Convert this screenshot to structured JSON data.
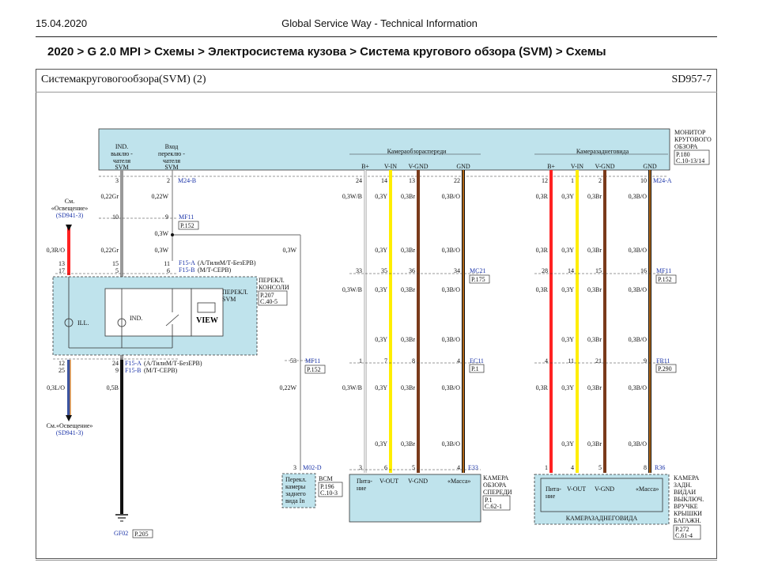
{
  "header": {
    "date": "15.04.2020",
    "title": "Global Service Way - Technical Information"
  },
  "breadcrumb": "2020 > G 2.0 MPI > Схемы > Электросистема кузова > Система кругового обзора (SVM) > Схемы",
  "diagram": {
    "title": "Системакруговогообзора(SVM) (2)",
    "code": "SD957-7",
    "colors": {
      "panel": "#bfe3ec",
      "gray": "#999999",
      "red": "#ff2222",
      "yellow": "#ffee00",
      "brown": "#7a3a1a",
      "orange": "#f08a1c",
      "black": "#111111",
      "blue": "#3c55a0"
    },
    "monitor": {
      "l1": "МОНИТОР",
      "l2": "КРУГОВОГО",
      "l3": "ОБЗОРА",
      "ref1": "P.180",
      "ref2": "C.10-13/14"
    },
    "ind_out": {
      "l1": "IND.",
      "l2": "выклю -",
      "l3": "чателя",
      "l4": "SVM"
    },
    "sw_in": {
      "l1": "Вход",
      "l2": "переклю -",
      "l3": "чателя",
      "l4": "SVM"
    },
    "front_cam_title": "Камераобзораспереди",
    "rear_cam_title": "Камеразаднеговида",
    "pins_front": [
      "B+",
      "V-IN",
      "V-GND",
      "GND"
    ],
    "pins_rear": [
      "B+",
      "V-IN",
      "V-GND",
      "GND"
    ],
    "m24b": "M24-B",
    "m24a": "M24-A",
    "top_nums_left": [
      "3",
      "2"
    ],
    "top_nums_front": [
      "24",
      "14",
      "13",
      "22"
    ],
    "top_nums_rear": [
      "12",
      "1",
      "2",
      "10"
    ],
    "w_022gr": "0,22Gr",
    "w_022w": "0,22W",
    "w_03w": "0,3W",
    "w_03wb": "0,3W/B",
    "w_03y": "0,3Y",
    "w_03br": "0,3Br",
    "w_03bo": "0,3B/O",
    "w_03r": "0,3R",
    "w_03ro": "0,3R/O",
    "w_03lo": "0,3L/O",
    "w_05b": "0,5B",
    "mf11": "MF11",
    "p152": "P.152",
    "mc21": "MC21",
    "p175": "P.175",
    "ec11": "EC11",
    "p1": "P.1",
    "fr11": "FR11",
    "p290": "P.290",
    "n10": "10",
    "n9": "9",
    "f15a": "F15-A",
    "f15a_desc": "(А/ТилиМ/Т-БезЕРВ)",
    "f15b": "F15-B",
    "f15b_desc": "(М/Т-СЕРВ)",
    "c_f15_top": {
      "a": "13",
      "b": "17",
      "c": "15",
      "d": "5",
      "e": "11",
      "f": "6"
    },
    "console": {
      "l1": "ПЕРЕКЛ.",
      "l2": "КОНСОЛИ",
      "ref1": "P.207",
      "ref2": "C.40-5",
      "svm1": "ПЕРЕКЛ.",
      "svm2": "SVM",
      "view": "VIEW",
      "ill": "ILL.",
      "ind": "IND."
    },
    "c_f15_bot": {
      "a": "12",
      "b": "25",
      "c": "24",
      "d": "9"
    },
    "f15a_desc2": "(А/ТилиМ/Т-БезЕРВ)",
    "see1": "См.",
    "see2": "«Освещение»",
    "see3": "(SD941-3)",
    "see_b1": "См.«Освещение»",
    "see_b2": "(SD941-3)",
    "gf02": "GF02",
    "p205": "P.205",
    "mf11_mid": {
      "n": "53",
      "w": "0,22W"
    },
    "m02d": "M02-D",
    "m02d_n": "3",
    "rear_sw": {
      "l1": "Перекл.",
      "l2": "камеры",
      "l3": "заднего",
      "l4": "вида In",
      "bcm": "BCM",
      "ref1": "P.196",
      "ref2": "C.10-3"
    },
    "mc21_nums": {
      "front": [
        "33",
        "35",
        "36",
        "34"
      ],
      "rear": [
        "28",
        "14",
        "15",
        "16"
      ]
    },
    "ec11_nums": [
      "1",
      "7",
      "8",
      "4"
    ],
    "fr11_nums": [
      "4",
      "11",
      "21",
      "9"
    ],
    "e33": "E33",
    "e33_nums": [
      "3",
      "6",
      "5",
      "4"
    ],
    "r36": "R36",
    "r36_nums": [
      "1",
      "4",
      "5",
      "8"
    ],
    "front_cam": {
      "p1": "Пита-",
      "p2": "ние",
      "vout": "V-OUT",
      "vgnd": "V-GND",
      "mass": "«Масса»",
      "t1": "КАМЕРА",
      "t2": "ОБЗОРА",
      "t3": "СПЕРЕДИ",
      "ref1": "P.1",
      "ref2": "C.62-1"
    },
    "rear_cam": {
      "p1": "Пита-",
      "p2": "ние",
      "vout": "V-OUT",
      "vgnd": "V-GND",
      "mass": "«Масса»",
      "name": "КАМЕРАЗАДНЕГОВИДА",
      "t1": "КАМЕРА",
      "t2": "ЗАДН.",
      "t3": "ВИДАИ",
      "t4": "ВЫКЛЮЧ.",
      "t5": "ВРУЧКЕ",
      "t6": "КРЫШКИ",
      "t7": "БАГАЖН.",
      "ref1": "P.272",
      "ref2": "C.61-4"
    }
  }
}
